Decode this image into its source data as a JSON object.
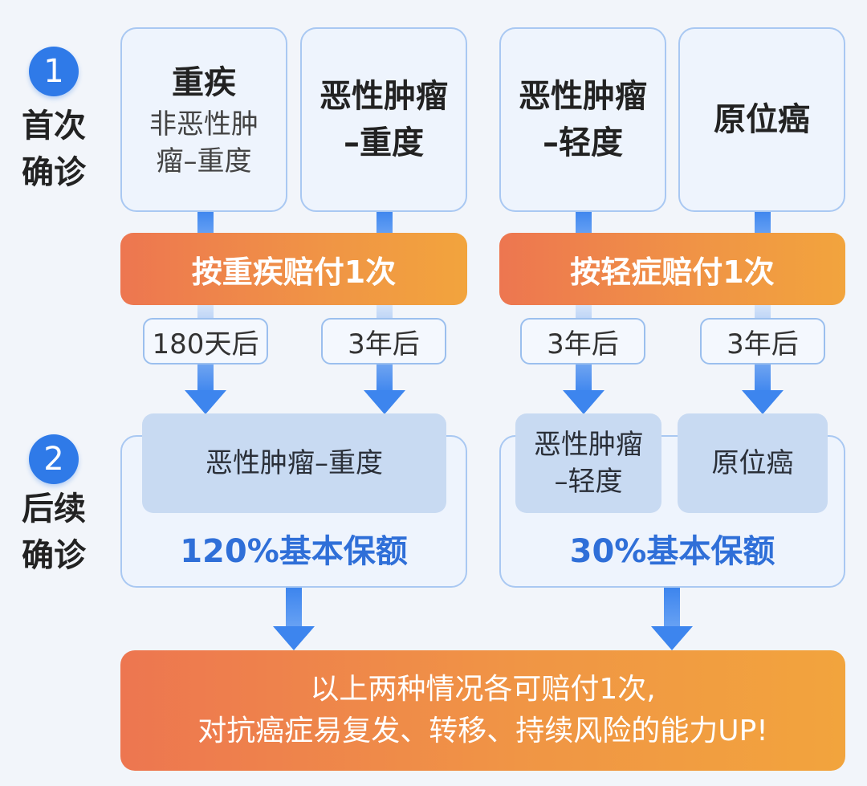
{
  "steps": [
    {
      "number": "1",
      "label_line1": "首次",
      "label_line2": "确诊"
    },
    {
      "number": "2",
      "label_line1": "后续",
      "label_line2": "确诊"
    }
  ],
  "first_diagnosis": [
    {
      "title": "重疾",
      "sub_line1": "非恶性肿",
      "sub_line2": "瘤–重度"
    },
    {
      "title_line1": "恶性肿瘤",
      "title_line2": "–重度"
    },
    {
      "title_line1": "恶性肿瘤",
      "title_line2": "–轻度"
    },
    {
      "title": "原位癌"
    }
  ],
  "payouts": {
    "left": "按重疾赔付1次",
    "right": "按轻症赔付1次"
  },
  "waiting_periods": [
    "180天后",
    "3年后",
    "3年后",
    "3年后"
  ],
  "subsequent": {
    "left": {
      "item": "恶性肿瘤–重度",
      "ratio": "120%基本保额"
    },
    "right": {
      "item1_line1": "恶性肿瘤",
      "item1_line2": "–轻度",
      "item2": "原位癌",
      "ratio": "30%基本保额"
    }
  },
  "summary": {
    "line1": "以上两种情况各可赔付1次,",
    "line2": "对抗癌症易复发、转移、持续风险的能力UP!"
  },
  "colors": {
    "accent_blue": "#2f7ae8",
    "orange_start": "#ed7650",
    "orange_end": "#f2a43d",
    "ratio_text": "#2f6fd8"
  }
}
